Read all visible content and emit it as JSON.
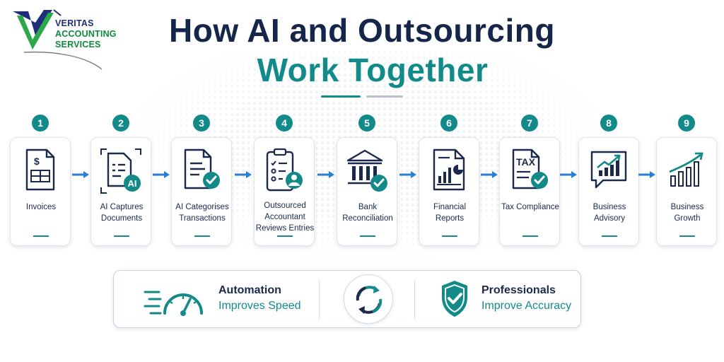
{
  "logo": {
    "line1": "VERITAS",
    "line2": "ACCOUNTING",
    "line3": "SERVICES"
  },
  "title": {
    "line1": "How AI and Outsourcing",
    "line2": "Work Together"
  },
  "steps": [
    {
      "number": "1",
      "label": "Invoices",
      "icon": "invoice-icon"
    },
    {
      "number": "2",
      "label": "AI Captures Documents",
      "icon": "ai-document-icon",
      "icon_text": "AI"
    },
    {
      "number": "3",
      "label": "AI Categorises Transactions",
      "icon": "document-check-icon"
    },
    {
      "number": "4",
      "label": "Outsourced Accountant Reviews Entries",
      "icon": "clipboard-user-icon"
    },
    {
      "number": "5",
      "label": "Bank Reconciliation",
      "icon": "bank-check-icon"
    },
    {
      "number": "6",
      "label": "Financial Reports",
      "icon": "report-chart-icon"
    },
    {
      "number": "7",
      "label": "Tax Compliance",
      "icon": "tax-document-icon",
      "icon_text": "TAX"
    },
    {
      "number": "8",
      "label": "Business Advisory",
      "icon": "advisory-chart-icon"
    },
    {
      "number": "9",
      "label": "Business Growth",
      "icon": "growth-chart-icon"
    }
  ],
  "panel": {
    "left": {
      "line1": "Automation",
      "line2": "Improves Speed",
      "icon": "speedometer-icon"
    },
    "center": {
      "icon": "cycle-arrows-icon"
    },
    "right": {
      "line1": "Professionals",
      "line2": "Improve Accuracy",
      "icon": "shield-check-icon"
    }
  },
  "colors": {
    "navy": "#16264a",
    "teal": "#138a8a",
    "arrow_blue": "#2a7fd4",
    "logo_green": "#0d8a3e"
  }
}
